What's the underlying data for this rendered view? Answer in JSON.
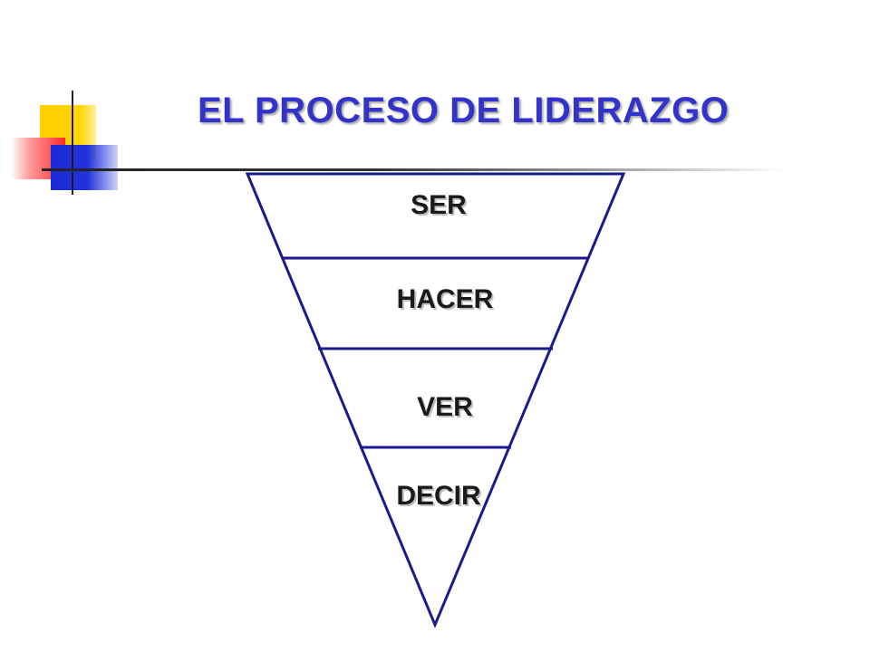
{
  "slide": {
    "title": "EL PROCESO DE LIDERAZGO"
  },
  "colors": {
    "title": "#3333cc",
    "diagram_lines": "#1a1a8c",
    "level_text": "#1a1a1a"
  },
  "pyramid": {
    "shape": "inverted-triangle",
    "levels": [
      {
        "label": "SER"
      },
      {
        "label": "HACER"
      },
      {
        "label": "VER"
      },
      {
        "label": "DECIR"
      }
    ]
  }
}
